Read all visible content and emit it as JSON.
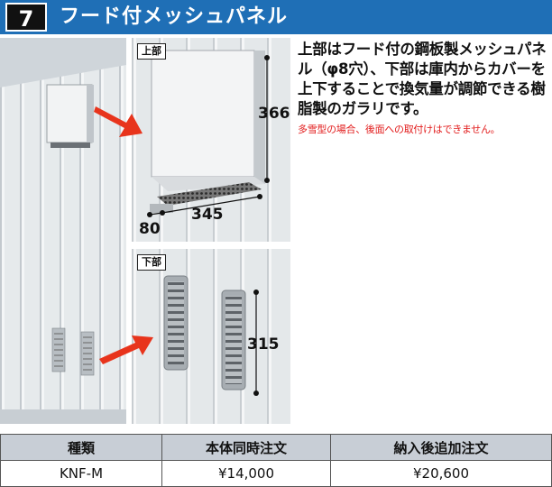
{
  "section": {
    "number": "7",
    "title": "フード付メッシュパネル"
  },
  "description": "上部はフード付の鋼板製メッシュパネル（φ8穴）、下部は庫内からカバーを上下することで換気量が調節できる樹脂製のガラリです。",
  "note": "多雪型の場合、後面への取付けはできません。",
  "photos": {
    "upper_label": "上部",
    "lower_label": "下部",
    "dims": {
      "height_upper": "366",
      "width": "345",
      "depth": "80",
      "height_lower": "315"
    }
  },
  "table": {
    "headers": [
      "種類",
      "本体同時注文",
      "納入後追加注文"
    ],
    "rows": [
      [
        "KNF-M",
        "¥14,000",
        "¥20,600"
      ]
    ]
  },
  "colors": {
    "header_blue": "#1f6fb6",
    "note_red": "#e21c1c",
    "arrow_red": "#e8341c",
    "table_header": "#c8ced6"
  }
}
